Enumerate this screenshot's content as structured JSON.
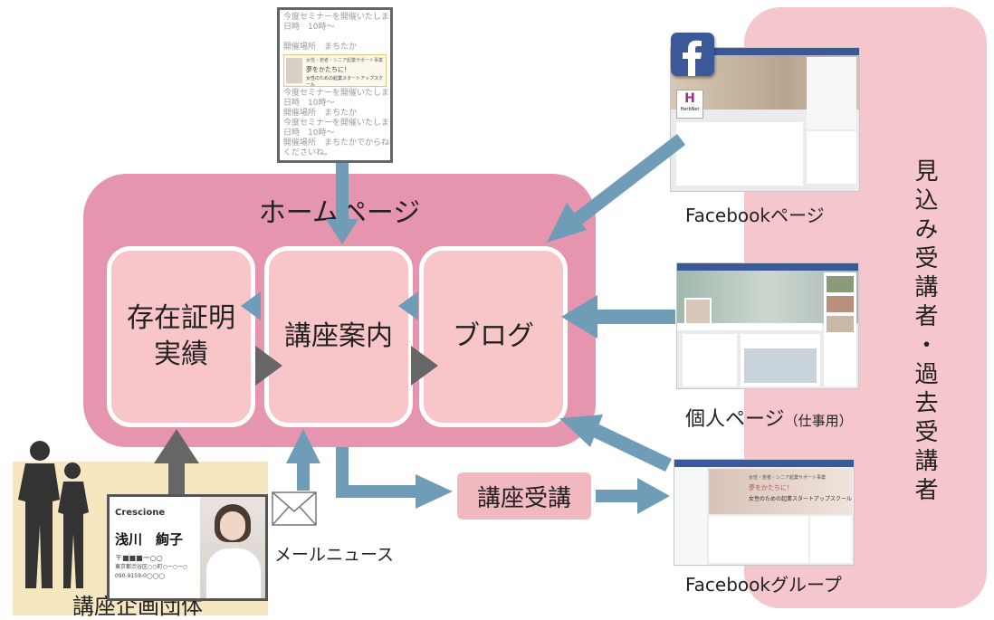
{
  "prospects_label": "見込み受講者・過去受講者",
  "homepage": {
    "title": "ホームページ",
    "cards": {
      "proof": "存在証明\n実績",
      "course": "講座案内",
      "blog": "ブログ"
    }
  },
  "flyer": {
    "lines_top": [
      "今度セミナーを開催いたします",
      "日時　10時〜",
      "",
      "開催場所　まちたか"
    ],
    "banner_line1": "女性・若者・シニア起業サポート事業",
    "banner_line2": "夢をかたちに！",
    "banner_line3": "女性のための起業スタートアップスクール",
    "lines_bottom": [
      "今度セミナーを開催いたします",
      "日時　10時〜",
      "開催場所　まちたか",
      "今度セミナーを開催いたします",
      "日時　10時〜",
      "開催場所　まちたかでからね参加して",
      "くださいね。"
    ]
  },
  "labels": {
    "facebook_page": "Facebookページ",
    "personal_page": "個人ページ",
    "personal_page_note": "（仕事用）",
    "facebook_group": "Facebookグループ",
    "enroll": "講座受講",
    "mail_news": "メールニュース",
    "organizer": "講座企画団体"
  },
  "fb_page_brand": "HerbNet",
  "group_banner": {
    "line1": "女性・若者・シニア起業サポート事業",
    "line2": "夢をかたちに！",
    "line3": "女性のための起業スタートアップスクール"
  },
  "bizcard": {
    "company": "Crescione",
    "name": "浅川　絢子",
    "address1": "〒■■■ー○○",
    "address2": "東京都渋谷区○○町○ー○ー○",
    "phone": "090-9159-0◯◯◯"
  },
  "colors": {
    "prospect_panel": "#f5c6cc",
    "homepage_box": "#e595ad",
    "card": "#f8c6c8",
    "arrow_blue": "#6f9db8",
    "arrow_gray": "#666666",
    "org_bg": "#f6e7c0",
    "facebook_blue": "#3b5998"
  },
  "icons": [
    "facebook-icon",
    "envelope-icon",
    "silhouette-people-icon",
    "portrait-photo"
  ]
}
